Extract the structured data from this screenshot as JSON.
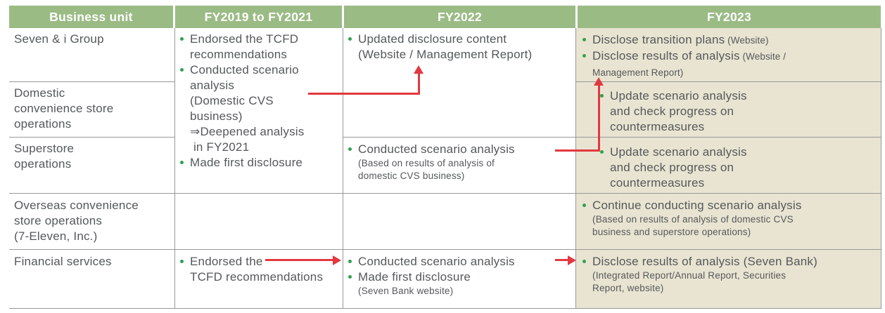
{
  "colors": {
    "header_green": "#9bbb85",
    "fy2023_beige": "#e9e4d2",
    "bullet_green": "#2fa14c",
    "arrow_red": "#e2383f",
    "grid_gray": "#97989a",
    "text_gray": "#55585a"
  },
  "header": {
    "business_unit": "Business unit",
    "fy2019_2021": "FY2019 to FY2021",
    "fy2022": "FY2022",
    "fy2023": "FY2023"
  },
  "row_labels": {
    "seven_i": {
      "lines": [
        "Seven & i Group"
      ]
    },
    "domestic_cvs": {
      "lines": [
        "Domestic",
        "convenience store",
        "operations"
      ]
    },
    "superstore": {
      "lines": [
        "Superstore",
        "operations"
      ]
    },
    "overseas_cvs": {
      "lines": [
        "Overseas convenience",
        "store operations",
        "(7-Eleven, Inc.)"
      ]
    },
    "financial": {
      "lines": [
        "Financial services"
      ]
    }
  },
  "cells": {
    "fy19_21_group": {
      "items": [
        {
          "bullet": true,
          "lines": [
            "Endorsed the TCFD",
            "recommendations"
          ]
        },
        {
          "bullet": true,
          "lines": [
            "Conducted scenario",
            "analysis",
            "(Domestic CVS",
            "business)",
            "⇒Deepened analysis",
            " in FY2021"
          ]
        },
        {
          "bullet": true,
          "lines": [
            "Made first disclosure"
          ]
        }
      ]
    },
    "fy19_21_financial": {
      "items": [
        {
          "bullet": true,
          "lines": [
            "Endorsed the",
            "TCFD recommendations"
          ]
        }
      ]
    },
    "fy2022_group": {
      "items": [
        {
          "bullet": true,
          "lines": [
            "Updated disclosure content",
            "(Website / Management Report)"
          ]
        }
      ]
    },
    "fy2022_superstore": {
      "items": [
        {
          "bullet": true,
          "lines": [
            "Conducted scenario analysis"
          ]
        },
        {
          "bullet": false,
          "small": true,
          "lines": [
            "(Based on results of analysis of",
            "domestic CVS business)"
          ]
        }
      ]
    },
    "fy2022_financial": {
      "items": [
        {
          "bullet": true,
          "lines": [
            "Conducted scenario analysis"
          ]
        },
        {
          "bullet": true,
          "lines": [
            "Made first disclosure"
          ]
        },
        {
          "bullet": false,
          "small": true,
          "lines": [
            "(Seven Bank website)"
          ]
        }
      ]
    },
    "fy2023_group": {
      "items": [
        {
          "bullet": true,
          "lines": [
            "Disclose transition plans"
          ],
          "note": [
            "(Website)"
          ]
        },
        {
          "bullet": true,
          "lines": [
            "Disclose results of analysis"
          ],
          "note": [
            "(Website /",
            "Management Report)"
          ]
        }
      ]
    },
    "fy2023_domestic": {
      "items": [
        {
          "bullet": true,
          "lines": [
            "Update scenario analysis",
            "and check progress on",
            "countermeasures"
          ]
        }
      ]
    },
    "fy2023_superstore": {
      "items": [
        {
          "bullet": true,
          "lines": [
            "Update scenario analysis",
            "and check progress on",
            "countermeasures"
          ]
        }
      ]
    },
    "fy2023_overseas": {
      "items": [
        {
          "bullet": true,
          "lines": [
            "Continue conducting scenario analysis"
          ]
        },
        {
          "bullet": false,
          "small": true,
          "lines": [
            "(Based on results of analysis of domestic CVS",
            "business and superstore operations)"
          ]
        }
      ]
    },
    "fy2023_financial": {
      "items": [
        {
          "bullet": true,
          "lines": [
            "Disclose results of analysis (Seven Bank)"
          ]
        },
        {
          "bullet": false,
          "small": true,
          "lines": [
            "(Integrated Report/Annual Report, Securities",
            "Report, website)"
          ]
        }
      ]
    }
  }
}
